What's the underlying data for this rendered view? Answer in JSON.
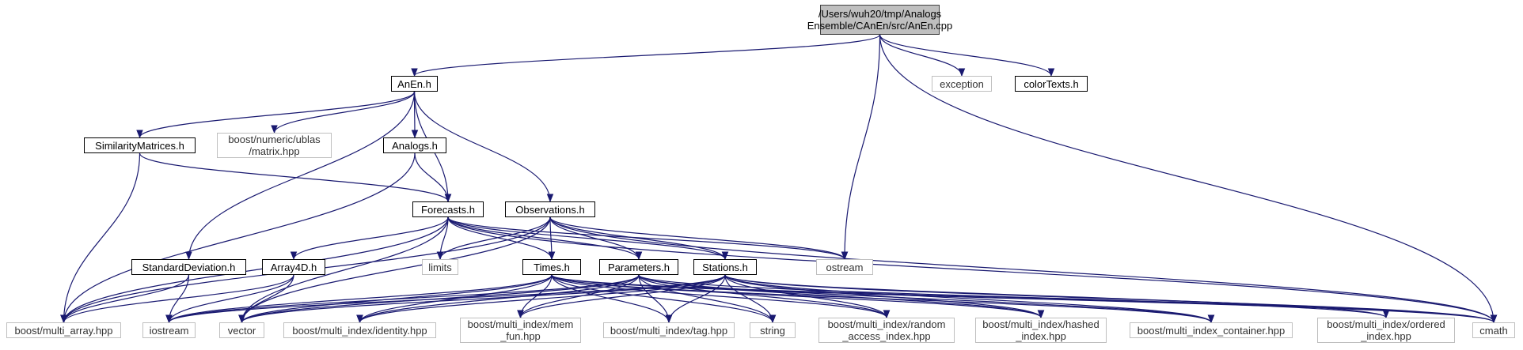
{
  "graph": {
    "edge_color": "#191970",
    "root_fill": "#bfbfbf",
    "external_border": "#bfbfbf",
    "nodes": {
      "anen_cpp": {
        "label": "/Users/wuh20/tmp/Analogs\nEnsemble/CAnEn/src/AnEn.cpp",
        "kind": "root"
      },
      "anen_h": {
        "label": "AnEn.h",
        "kind": "project"
      },
      "exception": {
        "label": "exception",
        "kind": "external"
      },
      "colortexts_h": {
        "label": "colorTexts.h",
        "kind": "project"
      },
      "similaritymatrices_h": {
        "label": "SimilarityMatrices.h",
        "kind": "project"
      },
      "ublas_matrix": {
        "label": "boost/numeric/ublas\n/matrix.hpp",
        "kind": "external"
      },
      "analogs_h": {
        "label": "Analogs.h",
        "kind": "project"
      },
      "forecasts_h": {
        "label": "Forecasts.h",
        "kind": "project"
      },
      "observations_h": {
        "label": "Observations.h",
        "kind": "project"
      },
      "standarddeviation_h": {
        "label": "StandardDeviation.h",
        "kind": "project"
      },
      "array4d_h": {
        "label": "Array4D.h",
        "kind": "project"
      },
      "limits": {
        "label": "limits",
        "kind": "external"
      },
      "times_h": {
        "label": "Times.h",
        "kind": "project"
      },
      "parameters_h": {
        "label": "Parameters.h",
        "kind": "project"
      },
      "stations_h": {
        "label": "Stations.h",
        "kind": "project"
      },
      "ostream": {
        "label": "ostream",
        "kind": "external"
      },
      "multi_array": {
        "label": "boost/multi_array.hpp",
        "kind": "external"
      },
      "iostream": {
        "label": "iostream",
        "kind": "external"
      },
      "vector": {
        "label": "vector",
        "kind": "external"
      },
      "identity": {
        "label": "boost/multi_index/identity.hpp",
        "kind": "external"
      },
      "mem_fun": {
        "label": "boost/multi_index/mem\n_fun.hpp",
        "kind": "external"
      },
      "tag": {
        "label": "boost/multi_index/tag.hpp",
        "kind": "external"
      },
      "string": {
        "label": "string",
        "kind": "external"
      },
      "random_access": {
        "label": "boost/multi_index/random\n_access_index.hpp",
        "kind": "external"
      },
      "hashed_index": {
        "label": "boost/multi_index/hashed\n_index.hpp",
        "kind": "external"
      },
      "multi_index_container": {
        "label": "boost/multi_index_container.hpp",
        "kind": "external"
      },
      "ordered_index": {
        "label": "boost/multi_index/ordered\n_index.hpp",
        "kind": "external"
      },
      "cmath": {
        "label": "cmath",
        "kind": "external"
      }
    },
    "edges": [
      [
        "anen_cpp",
        "anen_h"
      ],
      [
        "anen_cpp",
        "exception"
      ],
      [
        "anen_cpp",
        "colortexts_h"
      ],
      [
        "anen_cpp",
        "ostream"
      ],
      [
        "anen_cpp",
        "cmath"
      ],
      [
        "anen_h",
        "similaritymatrices_h"
      ],
      [
        "anen_h",
        "ublas_matrix"
      ],
      [
        "anen_h",
        "analogs_h"
      ],
      [
        "anen_h",
        "forecasts_h"
      ],
      [
        "anen_h",
        "observations_h"
      ],
      [
        "anen_h",
        "standarddeviation_h"
      ],
      [
        "similaritymatrices_h",
        "multi_array"
      ],
      [
        "similaritymatrices_h",
        "forecasts_h"
      ],
      [
        "analogs_h",
        "forecasts_h"
      ],
      [
        "analogs_h",
        "multi_array"
      ],
      [
        "forecasts_h",
        "array4d_h"
      ],
      [
        "forecasts_h",
        "limits"
      ],
      [
        "forecasts_h",
        "times_h"
      ],
      [
        "forecasts_h",
        "parameters_h"
      ],
      [
        "forecasts_h",
        "stations_h"
      ],
      [
        "forecasts_h",
        "ostream"
      ],
      [
        "forecasts_h",
        "vector"
      ],
      [
        "forecasts_h",
        "multi_array"
      ],
      [
        "forecasts_h",
        "cmath"
      ],
      [
        "observations_h",
        "limits"
      ],
      [
        "observations_h",
        "times_h"
      ],
      [
        "observations_h",
        "parameters_h"
      ],
      [
        "observations_h",
        "stations_h"
      ],
      [
        "observations_h",
        "ostream"
      ],
      [
        "observations_h",
        "vector"
      ],
      [
        "observations_h",
        "multi_array"
      ],
      [
        "observations_h",
        "cmath"
      ],
      [
        "standarddeviation_h",
        "multi_array"
      ],
      [
        "standarddeviation_h",
        "iostream"
      ],
      [
        "array4d_h",
        "multi_array"
      ],
      [
        "array4d_h",
        "iostream"
      ],
      [
        "array4d_h",
        "vector"
      ],
      [
        "times_h",
        "iostream"
      ],
      [
        "times_h",
        "vector"
      ],
      [
        "times_h",
        "identity"
      ],
      [
        "times_h",
        "mem_fun"
      ],
      [
        "times_h",
        "tag"
      ],
      [
        "times_h",
        "string"
      ],
      [
        "times_h",
        "random_access"
      ],
      [
        "times_h",
        "hashed_index"
      ],
      [
        "times_h",
        "multi_index_container"
      ],
      [
        "times_h",
        "ordered_index"
      ],
      [
        "times_h",
        "cmath"
      ],
      [
        "parameters_h",
        "iostream"
      ],
      [
        "parameters_h",
        "vector"
      ],
      [
        "parameters_h",
        "identity"
      ],
      [
        "parameters_h",
        "mem_fun"
      ],
      [
        "parameters_h",
        "tag"
      ],
      [
        "parameters_h",
        "string"
      ],
      [
        "parameters_h",
        "random_access"
      ],
      [
        "parameters_h",
        "hashed_index"
      ],
      [
        "parameters_h",
        "multi_index_container"
      ],
      [
        "parameters_h",
        "cmath"
      ],
      [
        "stations_h",
        "iostream"
      ],
      [
        "stations_h",
        "vector"
      ],
      [
        "stations_h",
        "identity"
      ],
      [
        "stations_h",
        "mem_fun"
      ],
      [
        "stations_h",
        "tag"
      ],
      [
        "stations_h",
        "string"
      ],
      [
        "stations_h",
        "random_access"
      ],
      [
        "stations_h",
        "hashed_index"
      ],
      [
        "stations_h",
        "multi_index_container"
      ],
      [
        "stations_h",
        "ordered_index"
      ],
      [
        "stations_h",
        "cmath"
      ]
    ]
  }
}
